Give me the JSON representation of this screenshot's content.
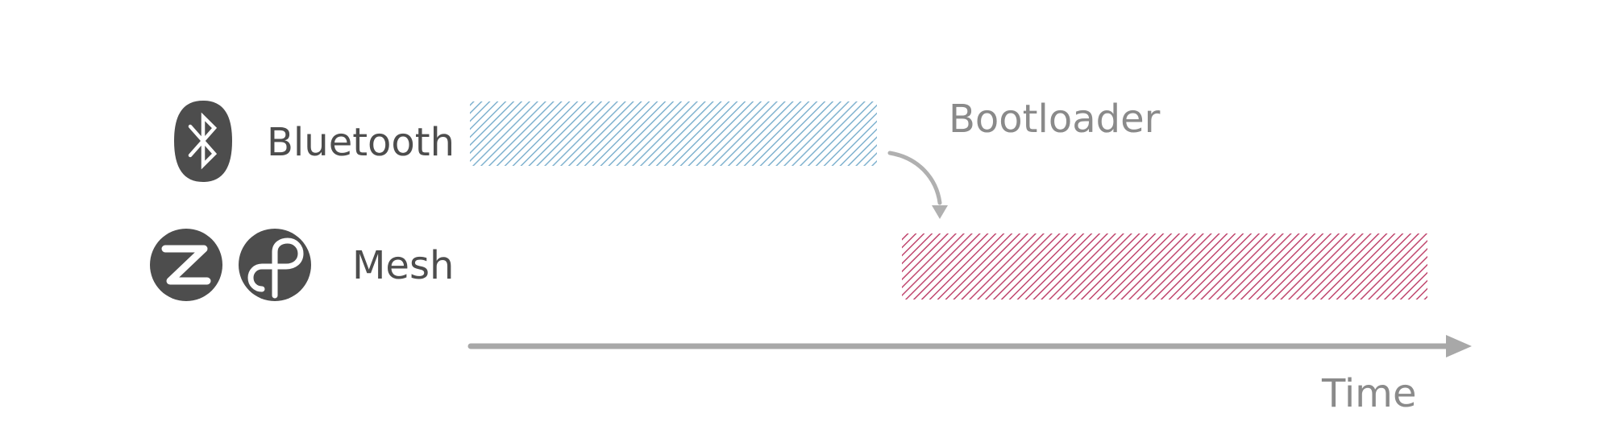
{
  "rows": {
    "bluetooth": {
      "label": "Bluetooth",
      "icon": "bluetooth-icon",
      "color": "#7fb2cf"
    },
    "mesh": {
      "label": "Mesh",
      "icons": [
        "zigbee-icon",
        "thread-icon"
      ],
      "color": "#c0466e"
    }
  },
  "annotation": {
    "label": "Bootloader"
  },
  "axis": {
    "label": "Time"
  },
  "colors": {
    "icon": "#4d4d4d",
    "arrow": "#a8a8a8"
  }
}
